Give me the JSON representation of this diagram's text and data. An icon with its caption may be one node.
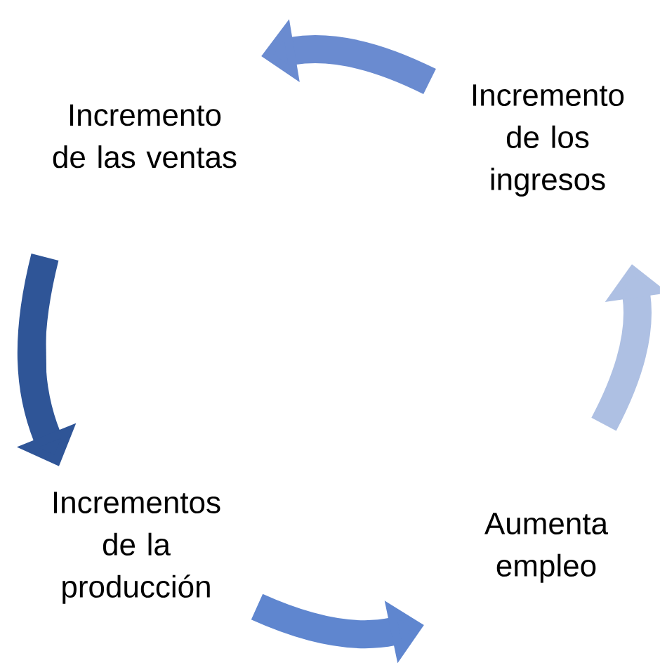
{
  "diagram": {
    "nodes": [
      {
        "text": [
          "Incremento de las ventas"
        ]
      },
      {
        "text": [
          "Incrementos de la producción"
        ]
      },
      {
        "text": [
          "Aumenta empleo"
        ]
      },
      {
        "text": [
          "Incremento de los ingresos"
        ]
      }
    ],
    "edges": [
      {
        "from": 0,
        "to": 1,
        "arrow": "to",
        "color": "#2f5597"
      },
      {
        "from": 1,
        "to": 2,
        "arrow": "to",
        "color": "#5f86cf"
      },
      {
        "from": 2,
        "to": 3,
        "arrow": "to",
        "color": "#aec0e3"
      },
      {
        "from": 3,
        "to": 0,
        "arrow": "to",
        "color": "#6a8bd0"
      }
    ]
  }
}
